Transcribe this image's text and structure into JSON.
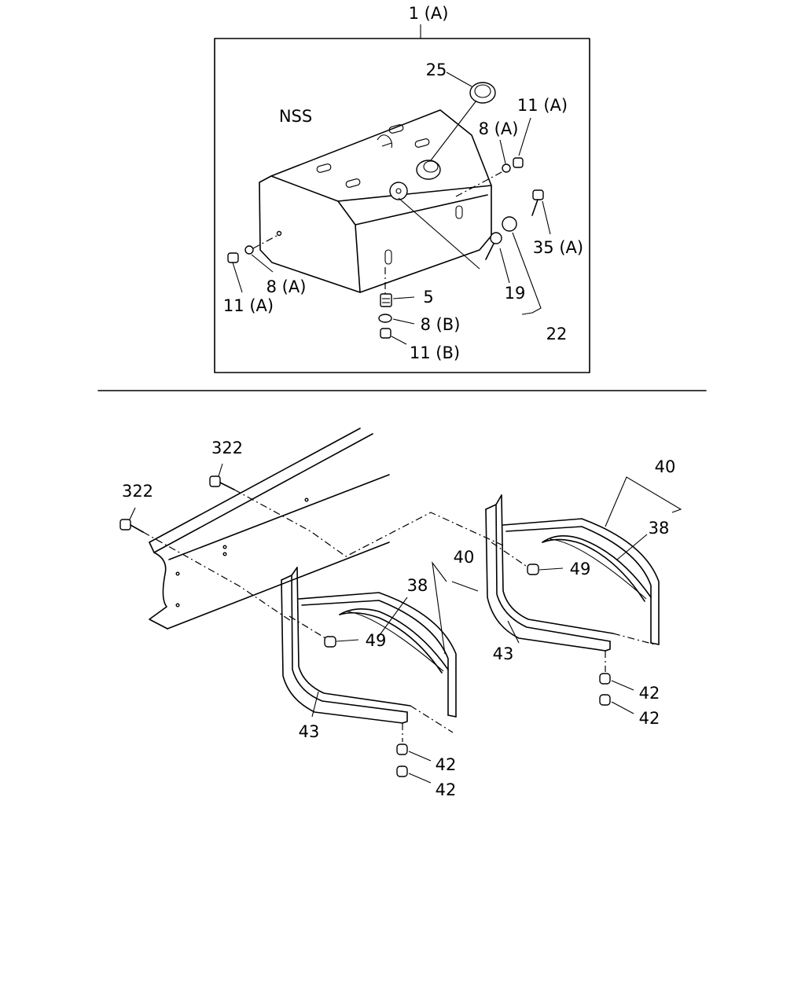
{
  "diagram": {
    "labels": {
      "assembly": "1 (A)",
      "cap": "25",
      "tank": "NSS",
      "bolt_11a_top": "11 (A)",
      "washer_8a_top": "8 (A)",
      "bolt_35a": "35 (A)",
      "washer_8a_left": "8 (A)",
      "bolt_11a_left": "11 (A)",
      "drain_plug": "5",
      "washer_8b": "8 (B)",
      "bolt_11b": "11 (B)",
      "sender_19": "19",
      "gauge_22": "22",
      "bolt_322_upper": "322",
      "bolt_322_lower": "322",
      "bracket_40_right": "40",
      "band_38_right": "38",
      "nut_49_right": "49",
      "bracket_43_right": "43",
      "nut_42_right_1": "42",
      "nut_42_right_2": "42",
      "bracket_40_left": "40",
      "band_38_left": "38",
      "nut_49_left": "49",
      "bracket_43_left": "43",
      "nut_42_left_1": "42",
      "nut_42_left_2": "42"
    }
  }
}
